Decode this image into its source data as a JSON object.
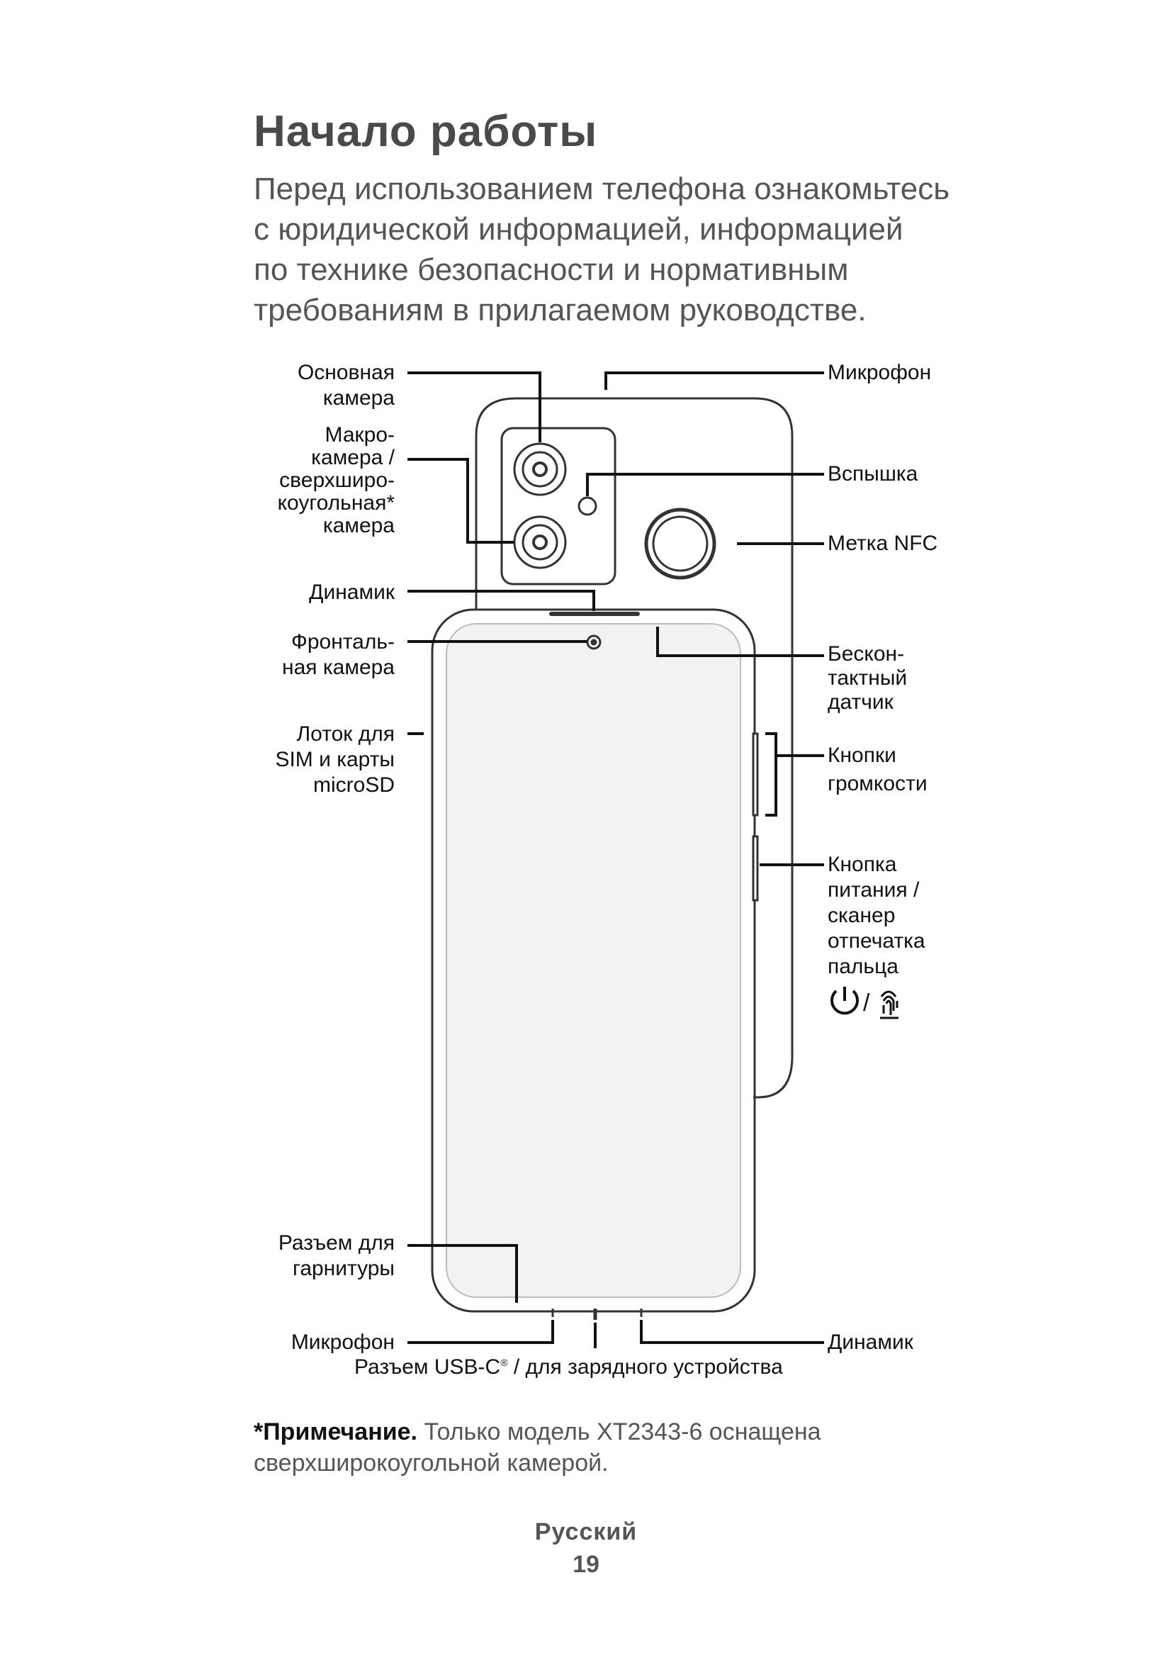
{
  "title": "Начало работы",
  "intro": [
    "Перед использованием телефона ознакомьтесь",
    "с юридической информацией, информацией",
    "по технике безопасности и нормативным",
    "требованиям в прилагаемом руководстве."
  ],
  "labels": {
    "main_camera": [
      "Основная",
      "камера"
    ],
    "macro_camera": [
      "Макро-",
      "камера /",
      "сверхширо-",
      "коугольная*",
      "камера"
    ],
    "speaker_top": [
      "Динамик"
    ],
    "front_camera": [
      "Фронталь-",
      "ная камера"
    ],
    "sim_tray": [
      "Лоток для",
      "SIM и карты",
      "microSD"
    ],
    "headset_jack": [
      "Разъем для",
      "гарнитуры"
    ],
    "mic_bottom": [
      "Микрофон"
    ],
    "mic_top": [
      "Микрофон"
    ],
    "flash": [
      "Вспышка"
    ],
    "nfc": [
      "Метка NFC"
    ],
    "proximity": [
      "Бескон-",
      "тактный",
      "датчик"
    ],
    "volume": [
      "Кнопки",
      "громкости"
    ],
    "power": [
      "Кнопка",
      "питания /",
      "сканер",
      "отпечатка",
      "пальца"
    ],
    "speaker_bottom": [
      "Динамик"
    ],
    "usb": "Разъем USB-C",
    "usb_mark": "®",
    "usb_suffix": " / для зарядного устройства"
  },
  "icons": [
    "power-icon",
    "fingerprint-icon"
  ],
  "icon_separator": "/",
  "note": {
    "prefix": "*Примечание.",
    "text_line1": " Только модель XT2343-6 оснащена",
    "text_line2": "сверхширокоугольной камерой."
  },
  "footer": {
    "language": "Русский",
    "page_number": "19"
  }
}
